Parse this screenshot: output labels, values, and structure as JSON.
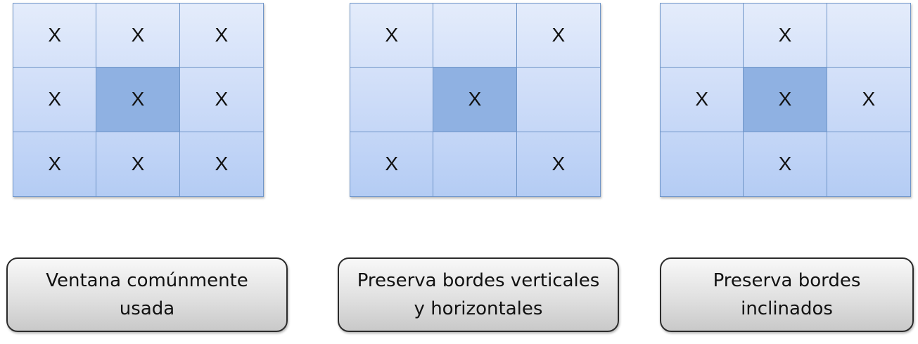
{
  "panels": [
    {
      "cells": [
        "X",
        "X",
        "X",
        "X",
        "X",
        "X",
        "X",
        "X",
        "X"
      ],
      "caption": [
        "Ventana comúnmente",
        "usada"
      ]
    },
    {
      "cells": [
        "X",
        "",
        "X",
        "",
        "X",
        "",
        "X",
        "",
        "X"
      ],
      "caption": [
        "Preserva bordes verticales",
        "y horizontales"
      ]
    },
    {
      "cells": [
        "",
        "X",
        "",
        "X",
        "X",
        "X",
        "",
        "X",
        ""
      ],
      "caption": [
        "Preserva bordes",
        "inclinados"
      ]
    }
  ],
  "colors": {
    "cell_fill_top": "#e4ecfb",
    "cell_fill_bottom": "#b4ccf4",
    "center_cell": "#8fb1e2",
    "grid_border": "#6f95c8",
    "caption_border": "#2b2b2b"
  }
}
